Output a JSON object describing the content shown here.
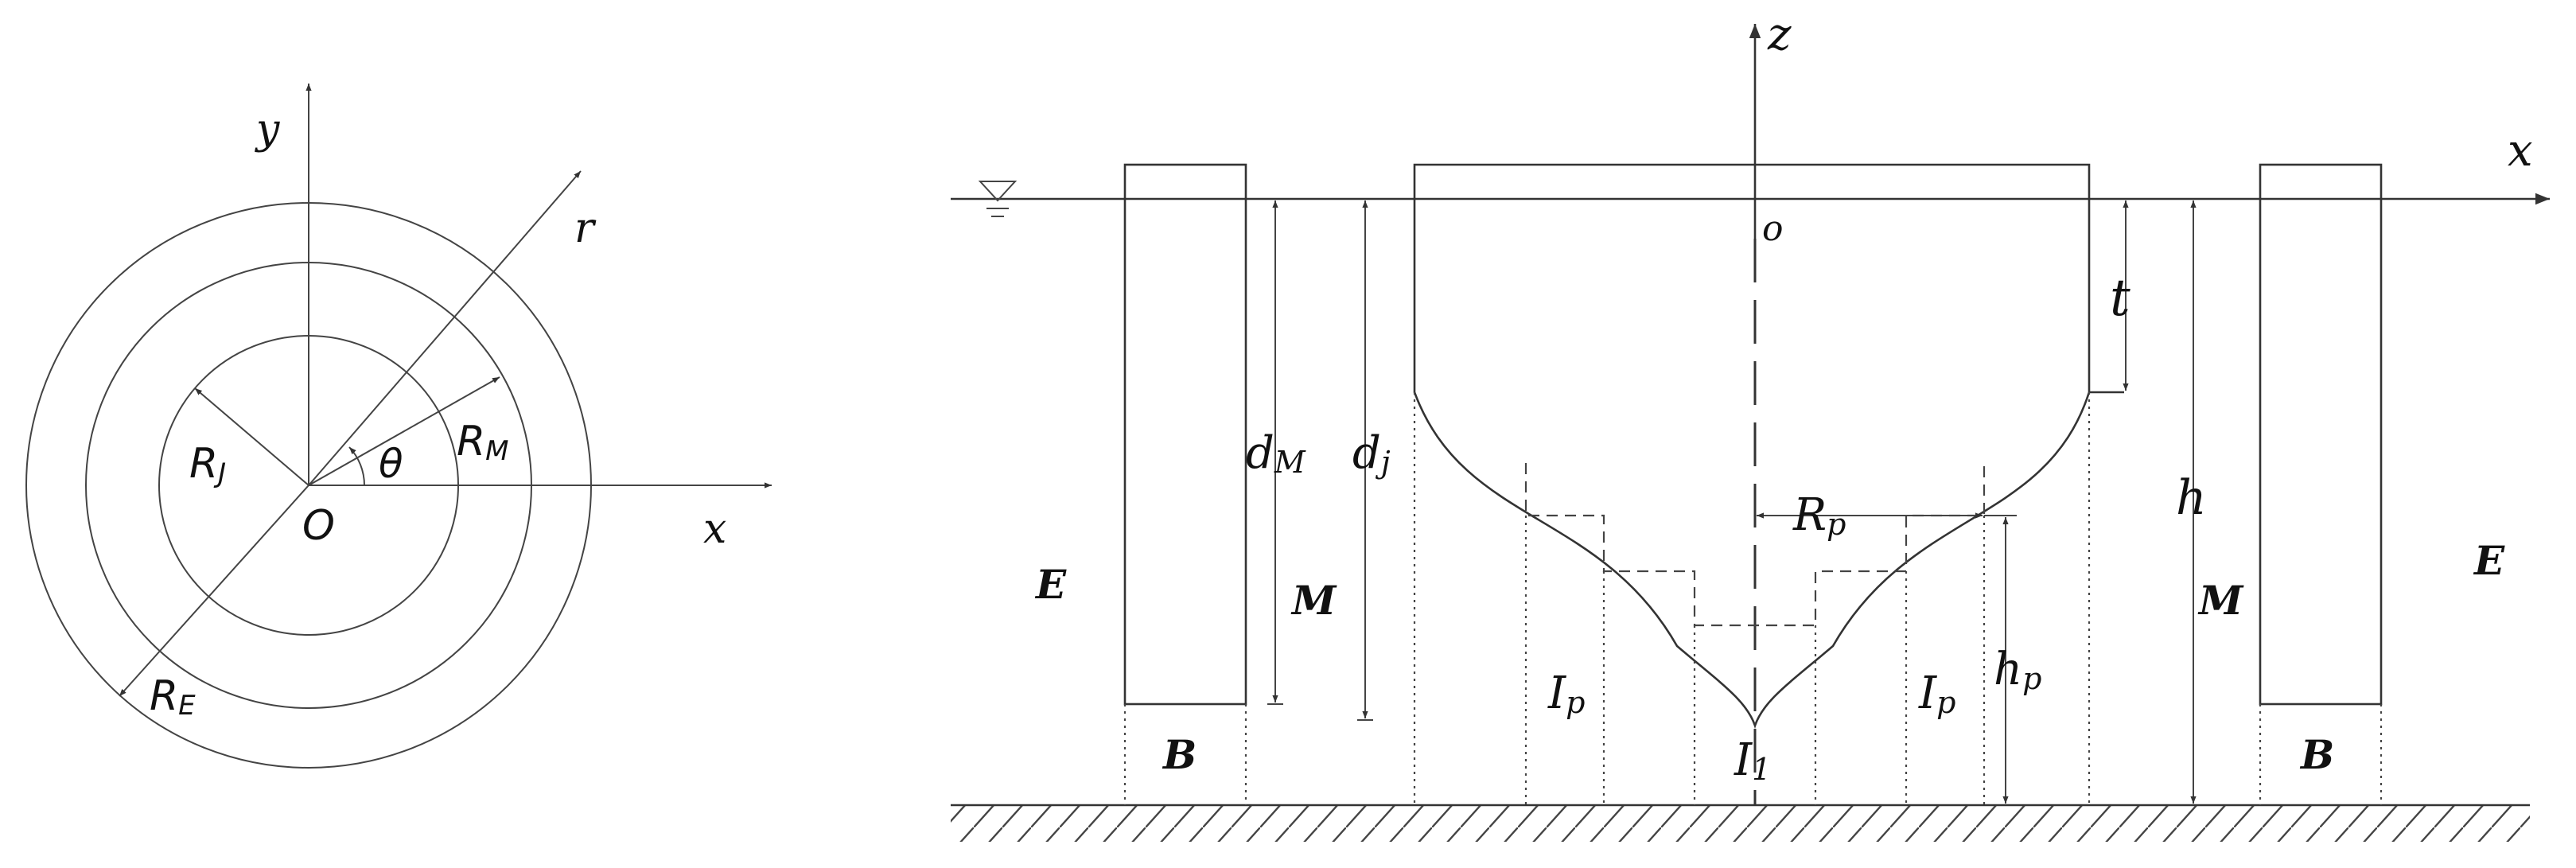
{
  "left": {
    "y": "y",
    "x": "x",
    "r": "r",
    "theta": "θ",
    "origin": "O",
    "rj": {
      "main": "R",
      "sub": "J"
    },
    "rm": {
      "main": "R",
      "sub": "M"
    },
    "re": {
      "main": "R",
      "sub": "E"
    }
  },
  "right": {
    "z": "z",
    "x": "x",
    "origin": "o",
    "t": "t",
    "h": "h",
    "dm": {
      "main": "d",
      "sub": "M"
    },
    "dj": {
      "main": "d",
      "sub": "j"
    },
    "rp": {
      "main": "R",
      "sub": "p"
    },
    "hp": {
      "main": "h",
      "sub": "p"
    },
    "ip_left": {
      "main": "I",
      "sub": "p"
    },
    "ip_right": {
      "main": "I",
      "sub": "p"
    },
    "i1": {
      "main": "I",
      "sub": "1"
    },
    "e_left": "E",
    "e_right": "E",
    "m_left": "M",
    "m_right": "M",
    "b_left": "B",
    "b_right": "B"
  }
}
